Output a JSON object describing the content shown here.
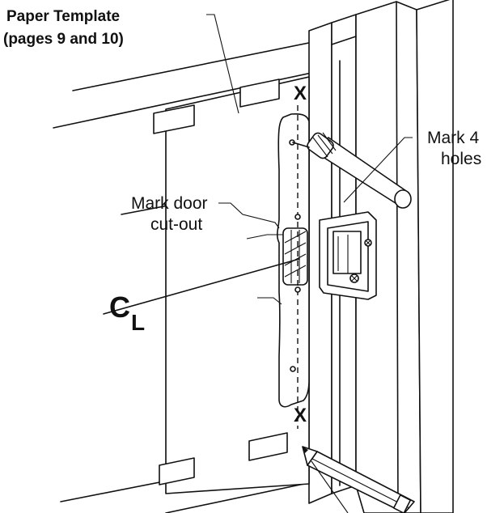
{
  "labels": {
    "template_title": "Paper Template",
    "template_pages": "(pages 9 and 10)",
    "mark_holes_line1": "Mark 4",
    "mark_holes_line2": "holes",
    "mark_cutout_line1": "Mark door",
    "mark_cutout_line2": "cut-out",
    "centerline_c": "C",
    "centerline_l": "L",
    "x_mark_top": "X",
    "x_mark_bottom": "X"
  },
  "colors": {
    "ink": "#111111",
    "background": "#ffffff"
  }
}
